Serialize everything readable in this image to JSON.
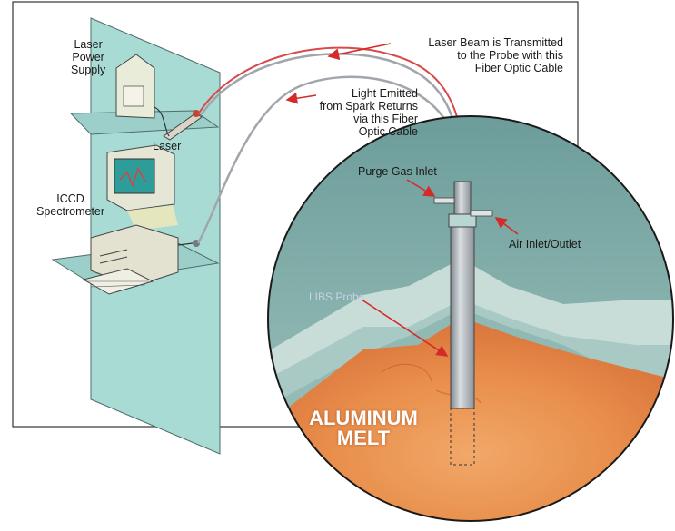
{
  "labels": {
    "laser_power_supply": "Laser\nPower\nSupply",
    "laser": "Laser",
    "iccd_spectrometer": "ICCD\nSpectrometer",
    "laser_beam": "Laser Beam is Transmitted\nto the Probe with this\nFiber Optic Cable",
    "light_emitted": "Light Emitted\nfrom Spark Returns\nvia this Fiber\nOptic Cable",
    "purge_gas_inlet": "Purge Gas Inlet",
    "air_inlet_outlet": "Air Inlet/Outlet",
    "libs_probe": "LIBS Probe",
    "aluminum_melt": "ALUMINUM\nMELT"
  },
  "colors": {
    "panel": "#a9dbd5",
    "shelf": "#9ccfc9",
    "arrow": "#d42a2a",
    "cable_red": "#d84a4a",
    "cable_gray": "#a0a6ab",
    "melt_orange": "#e9924f",
    "sky": "#79a9a6"
  }
}
